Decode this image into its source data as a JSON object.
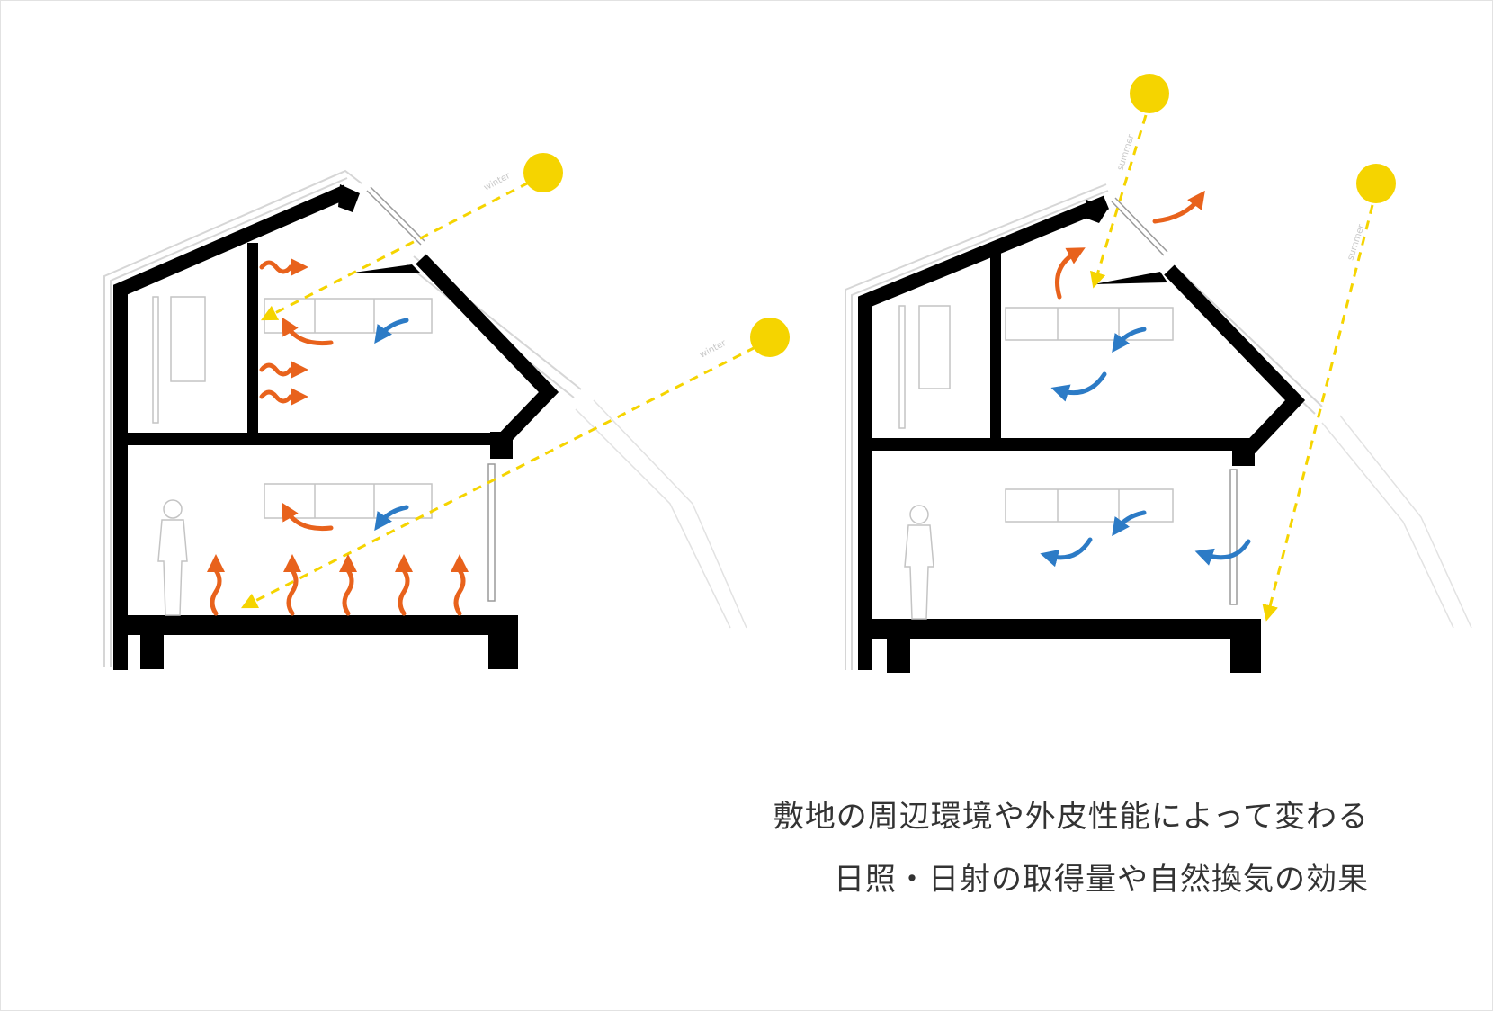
{
  "caption": {
    "line1": "敷地の周辺環境や外皮性能によって変わる",
    "line2": "日照・日射の取得量や自然換気の効果"
  },
  "labels": {
    "winter_upper": "winter",
    "winter_lower": "winter",
    "summer_upper": "summer",
    "summer_lower": "summer"
  },
  "panels": [
    {
      "season": "winter",
      "sun_count": 2,
      "heat_arrows": "orange",
      "airflow_arrows": "blue"
    },
    {
      "season": "summer",
      "sun_count": 2,
      "exhaust_arrows": "orange",
      "airflow_arrows": "blue"
    }
  ],
  "colors": {
    "sun": "#f5d400",
    "sun_ray": "#f5d400",
    "heat_arrow": "#e8621c",
    "cool_arrow": "#2c7bc6",
    "wall": "#000000"
  }
}
